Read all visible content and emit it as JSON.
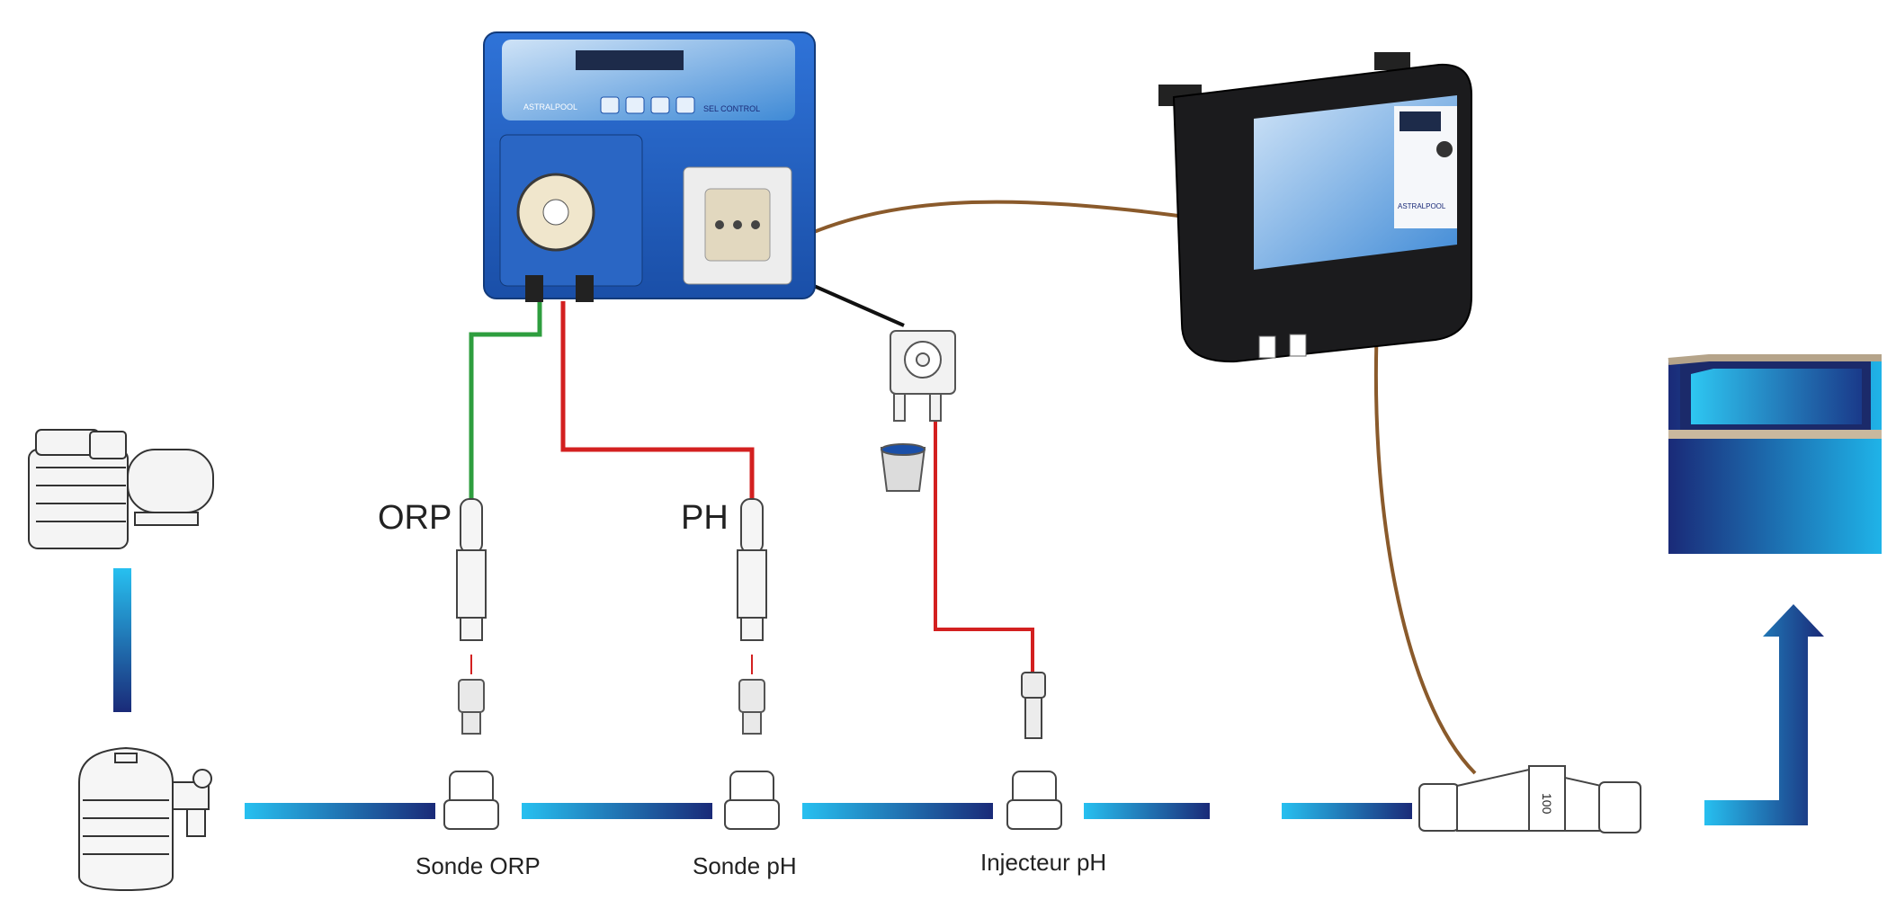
{
  "labels": {
    "orp_probe_tag": "ORP",
    "ph_probe_tag": "PH",
    "orp_sensor": "Sonde ORP",
    "ph_sensor": "Sonde pH",
    "ph_injector": "Injecteur pH"
  },
  "devices": {
    "controller": {
      "brand": "ASTRALPOOL",
      "model": "SEL CONTROL"
    },
    "electrolyser": {
      "brand": "ASTRALPOOL"
    },
    "electrolysis_cell": {
      "marking": "100"
    }
  },
  "colors": {
    "pipe_blue_light": "#1fb3e8",
    "pipe_blue_dark": "#1a2a78",
    "cable_green": "#2e9e3e",
    "cable_red": "#d32020",
    "cable_black": "#111111",
    "cable_brown": "#8a5a2b",
    "controller_blue": "#1f5fc2",
    "electrolyser_black": "#1b1b1d"
  }
}
